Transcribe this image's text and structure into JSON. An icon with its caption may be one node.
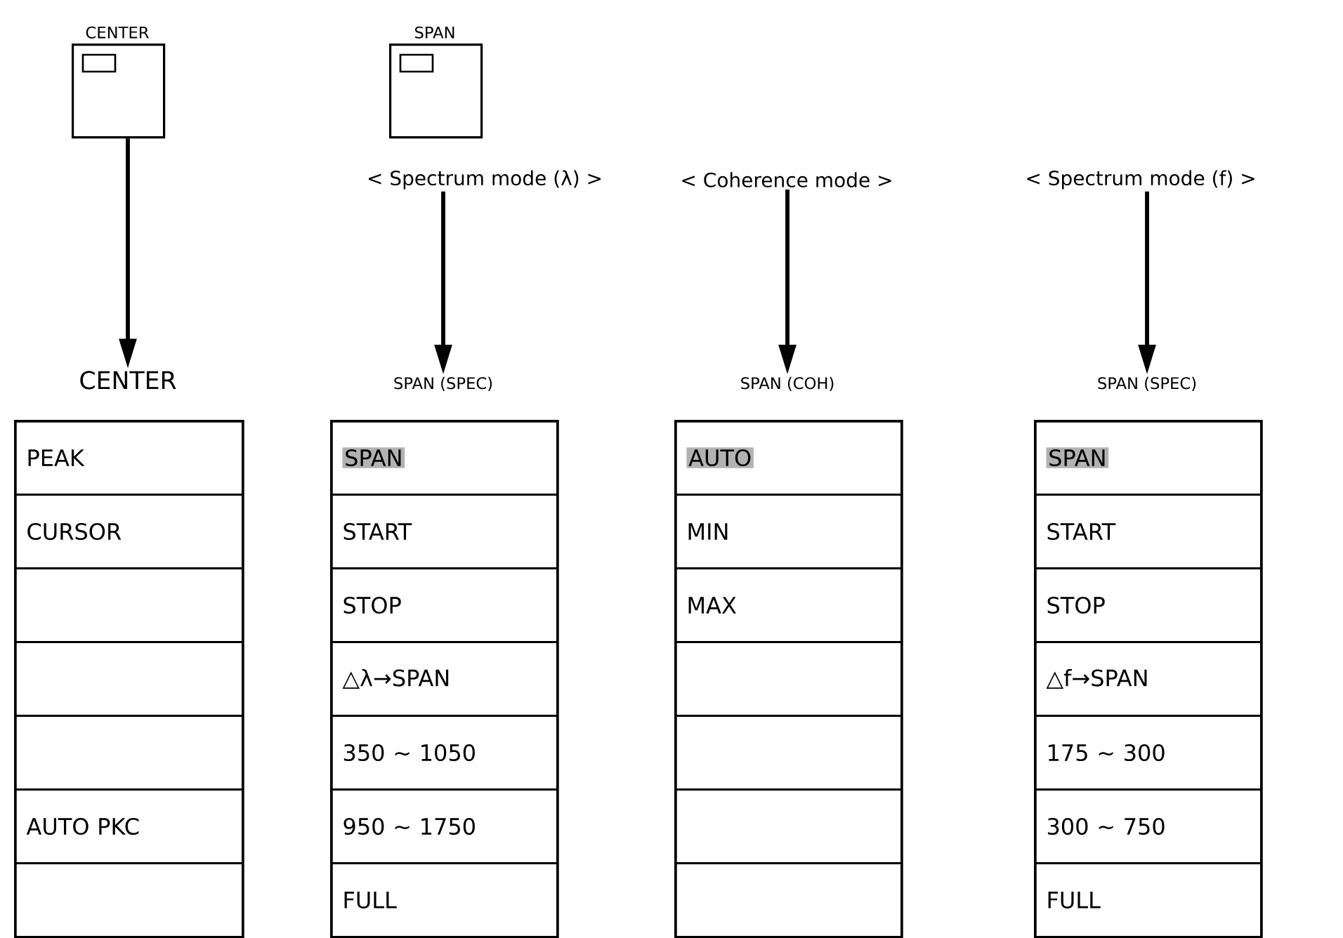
{
  "diagram": {
    "nodes": [
      {
        "text": [
          "CENTER"
        ]
      },
      {
        "text": [
          "SPAN"
        ]
      },
      {
        "text": [
          "< Spectrum mode (λ) >"
        ]
      },
      {
        "text": [
          "< Coherence mode >"
        ]
      },
      {
        "text": [
          "< Spectrum mode (f) >"
        ]
      },
      {
        "text": [
          "CENTER"
        ]
      },
      {
        "text": [
          "PEAK"
        ],
        "in": 5
      },
      {
        "text": [
          "CURSOR"
        ],
        "in": 5
      },
      {
        "text": [],
        "shape": "box",
        "in": 5
      },
      {
        "text": [],
        "shape": "box",
        "in": 5
      },
      {
        "text": [],
        "shape": "box",
        "in": 5
      },
      {
        "text": [
          "AUTO PKC"
        ],
        "in": 5
      },
      {
        "text": [],
        "shape": "box",
        "in": 5
      },
      {
        "text": [
          "SPAN (SPEC)"
        ]
      },
      {
        "text": [
          "SPAN"
        ],
        "in": 13
      },
      {
        "text": [
          "START"
        ],
        "in": 13
      },
      {
        "text": [
          "STOP"
        ],
        "in": 13
      },
      {
        "text": [
          "△λ→SPAN"
        ],
        "in": 13
      },
      {
        "text": [
          "350 ~ 1050"
        ],
        "in": 13
      },
      {
        "text": [
          "950 ~ 1750"
        ],
        "in": 13
      },
      {
        "text": [
          "FULL"
        ],
        "in": 13
      },
      {
        "text": [
          "SPAN (COH)"
        ]
      },
      {
        "text": [
          "AUTO"
        ],
        "in": 21
      },
      {
        "text": [
          "MIN"
        ],
        "in": 21
      },
      {
        "text": [
          "MAX"
        ],
        "in": 21
      },
      {
        "text": [],
        "shape": "box",
        "in": 21
      },
      {
        "text": [],
        "shape": "box",
        "in": 21
      },
      {
        "text": [],
        "shape": "box",
        "in": 21
      },
      {
        "text": [],
        "shape": "box",
        "in": 21
      },
      {
        "text": [
          "SPAN (SPEC)"
        ]
      },
      {
        "text": [
          "SPAN"
        ],
        "in": 29
      },
      {
        "text": [
          "START"
        ],
        "in": 29
      },
      {
        "text": [
          "STOP"
        ],
        "in": 29
      },
      {
        "text": [
          "△f→SPAN"
        ],
        "in": 29
      },
      {
        "text": [
          "175 ~ 300"
        ],
        "in": 29
      },
      {
        "text": [
          "300 ~ 750"
        ],
        "in": 29
      },
      {
        "text": [
          "FULL"
        ],
        "in": 29
      }
    ],
    "edges": [
      {
        "from": 0,
        "to": 5,
        "arrow": "to"
      },
      {
        "from": 2,
        "to": 13,
        "arrow": "to"
      },
      {
        "from": 3,
        "to": 21,
        "arrow": "to"
      },
      {
        "from": 4,
        "to": 29,
        "arrow": "to"
      }
    ]
  }
}
